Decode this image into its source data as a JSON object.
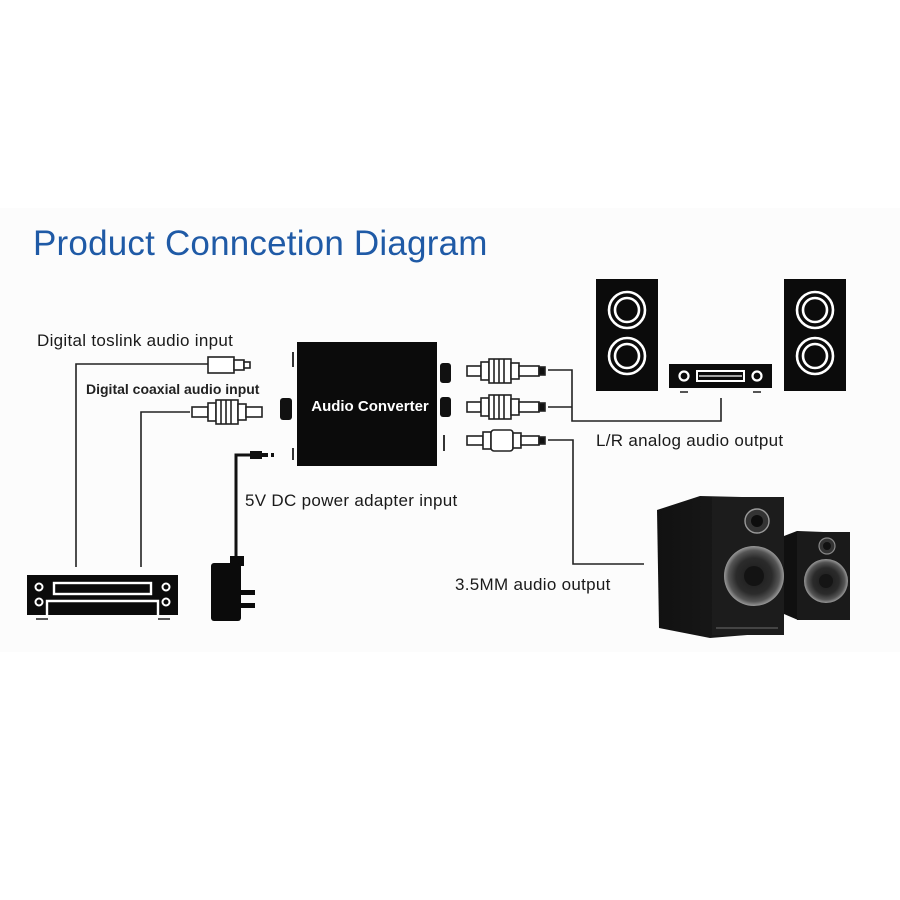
{
  "diagram": {
    "title": "Product Conncetion Diagram",
    "title_color": "#1f5aa6",
    "device": {
      "label": "Audio Converter"
    },
    "labels": {
      "toslink_input": "Digital  toslink audio input",
      "coaxial_input": "Digital  coaxial audio input",
      "power_input": "5V DC power adapter input",
      "lr_output": "L/R analog audio output",
      "jack_output": "3.5MM audio output"
    },
    "components": [
      {
        "name": "dvd-player",
        "role": "source"
      },
      {
        "name": "toslink-plug",
        "role": "input-connector"
      },
      {
        "name": "coaxial-rca-plug",
        "role": "input-connector"
      },
      {
        "name": "power-adapter",
        "role": "power"
      },
      {
        "name": "audio-converter",
        "role": "converter"
      },
      {
        "name": "rca-left-plug",
        "role": "output-connector"
      },
      {
        "name": "rca-right-plug",
        "role": "output-connector"
      },
      {
        "name": "3.5mm-jack-plug",
        "role": "output-connector"
      },
      {
        "name": "stereo-amplifier-with-speakers",
        "role": "destination"
      },
      {
        "name": "powered-bookshelf-speakers",
        "role": "destination"
      }
    ]
  }
}
